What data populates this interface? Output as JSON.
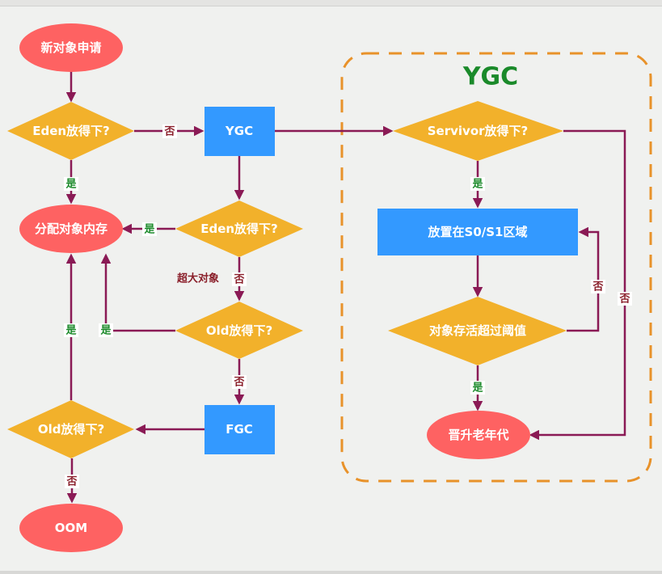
{
  "colors": {
    "ellipse": "#fe6262",
    "diamond": "#f2b12b",
    "rect": "#3399ff",
    "edge": "#8a1a55",
    "yes_label": "#1b8a2a",
    "no_label": "#8a1f2a",
    "group_border": "#e8922a",
    "group_title": "#1a8a2a",
    "background": "#f0f1ef"
  },
  "group": {
    "title": "YGC"
  },
  "nodes": {
    "new_object": "新对象申请",
    "eden_check_1": "Eden放得下?",
    "ygc": "YGC",
    "allocate_memory": "分配对象内存",
    "eden_check_2": "Eden放得下?",
    "old_check_1": "Old放得下?",
    "fgc": "FGC",
    "old_check_2": "Old放得下?",
    "oom": "OOM",
    "survivor_check": "Servivor放得下?",
    "place_s0_s1": "放置在S0/S1区域",
    "threshold_check": "对象存活超过阈值",
    "promote_old": "晋升老年代"
  },
  "edge_labels": {
    "eden1_no": "否",
    "eden1_yes": "是",
    "eden2_yes": "是",
    "eden2_no": "否",
    "oversized_object": "超大对象",
    "old1_yes": "是",
    "old1_no": "否",
    "old2_yes": "是",
    "old2_no": "否",
    "survivor_yes": "是",
    "survivor_no": "否",
    "threshold_yes": "是",
    "threshold_no": "否"
  }
}
